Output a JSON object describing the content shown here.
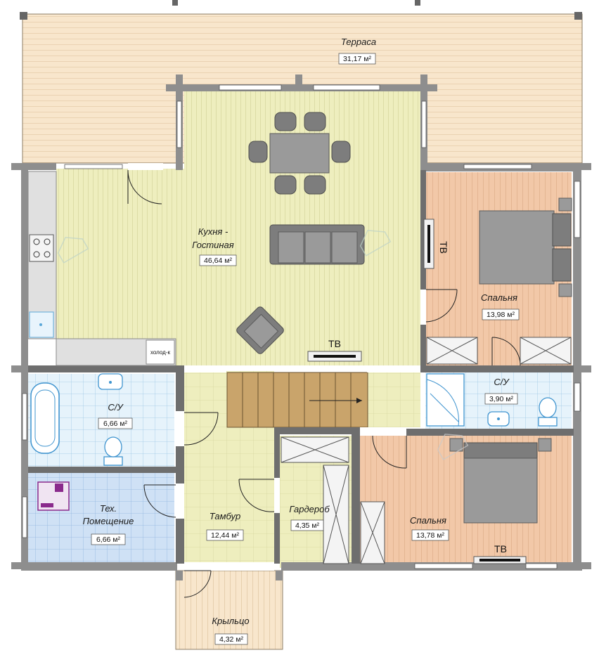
{
  "rooms": {
    "terrace": {
      "name": "Терраса",
      "area": "31,17 м²"
    },
    "kitchen": {
      "name_line1": "Кухня -",
      "name_line2": "Гостиная",
      "area": "46,64 м²"
    },
    "bedroom1": {
      "name": "Спальня",
      "area": "13,98 м²"
    },
    "bath_right": {
      "name": "С/У",
      "area": "3,90 м²"
    },
    "bath_left": {
      "name": "С/У",
      "area": "6,66 м²"
    },
    "tech": {
      "name_line1": "Тех.",
      "name_line2": "Помещение",
      "area": "6,66 м²"
    },
    "vestibule": {
      "name": "Тамбур",
      "area": "12,44 м²"
    },
    "wardrobe": {
      "name": "Гардероб",
      "area": "4,35 м²"
    },
    "bedroom2": {
      "name": "Спальня",
      "area": "13,78 м²"
    },
    "porch": {
      "name": "Крыльцо",
      "area": "4,32 м²"
    }
  },
  "labels": {
    "tv": "ТВ",
    "fridge": "холод-к"
  },
  "colors": {
    "terrace_floor": "#f8e6cc",
    "kitchen_floor": "#eeeebe",
    "bedroom_floor": "#f2c8a8",
    "bath_tile": "#e6f3fb",
    "tech_tile": "#cfe1f5",
    "wall": "#8e8e8e"
  }
}
